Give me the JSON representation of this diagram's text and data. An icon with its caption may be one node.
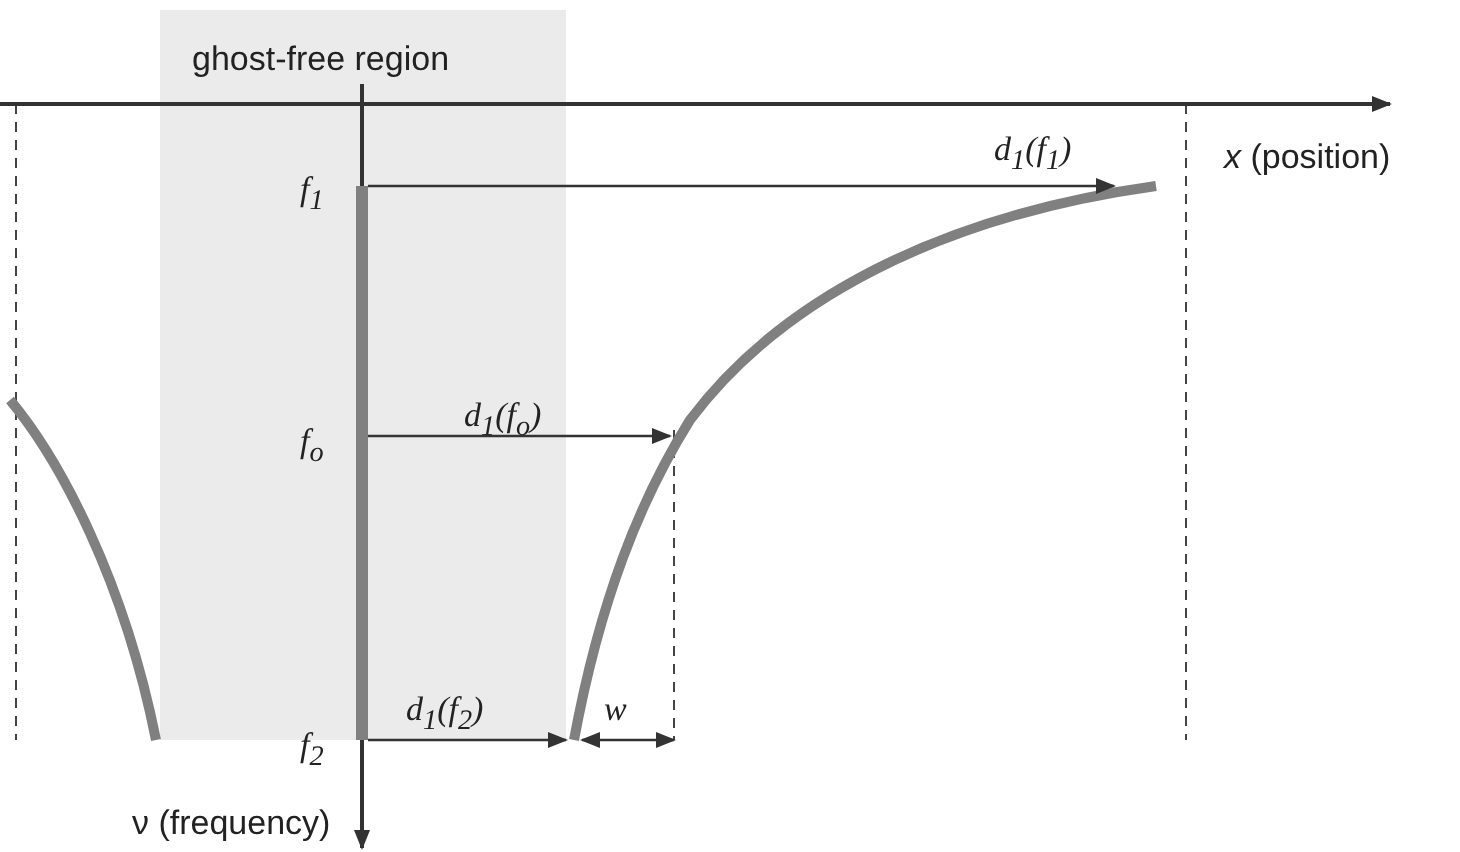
{
  "diagram": {
    "labels": [
      "ghost-free region",
      "d$_{1}$(f$_{1}$)",
      "*x* (position)",
      "f$_{1}$",
      "d$_{1}$(f$_{o}$)",
      "f$_{o}$",
      "d$_{1}$(f$_{2}$)",
      "w",
      "f$_{2}$",
      "ν (frequency)"
    ]
  }
}
